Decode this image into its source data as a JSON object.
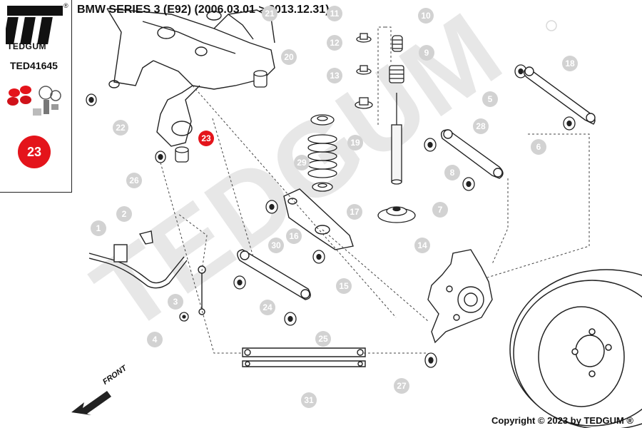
{
  "title": "BMW SERIES 3 (E92)  (2006.03.01 > 2013.12.31)",
  "brand": "TEDGUM",
  "registered_mark": "®",
  "part_code": "TED41645",
  "highlight_part": "23",
  "front_label": "FRONT",
  "copyright": "Copyright © 2023 by TEDGUM ®",
  "watermark": "TEDGUM",
  "accent_color": "#e4141b",
  "callouts": [
    "1",
    "2",
    "3",
    "4",
    "5",
    "6",
    "7",
    "8",
    "9",
    "10",
    "11",
    "12",
    "13",
    "14",
    "15",
    "16",
    "17",
    "18",
    "19",
    "20",
    "21",
    "22",
    "23",
    "24",
    "25",
    "26",
    "27",
    "28",
    "29",
    "30",
    "31"
  ]
}
